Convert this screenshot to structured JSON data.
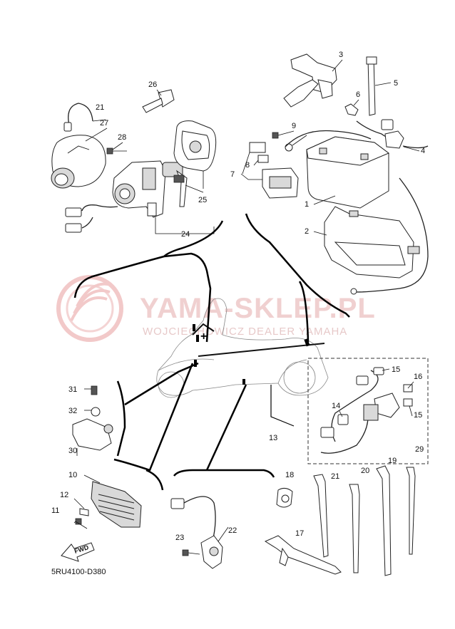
{
  "watermark": {
    "title": "YAMA-SKLEP.PL",
    "subtitle": "WOJCIECHOWICZ DEALER YAMAHA",
    "color": "#e8b3b3"
  },
  "diagram_code": "5RU4100-D380",
  "fwd_label": "FWD",
  "parts": {
    "p1": "1",
    "p2": "2",
    "p3": "3",
    "p4": "4",
    "p5": "5",
    "p6": "6",
    "p7": "7",
    "p8": "8",
    "p9": "9",
    "p10": "10",
    "p11": "11",
    "p12": "12",
    "p13": "13",
    "p14": "14",
    "p15a": "15",
    "p15b": "15",
    "p16": "16",
    "p17": "17",
    "p18": "18",
    "p19": "19",
    "p20": "20",
    "p21a": "21",
    "p21b": "21",
    "p22": "22",
    "p23": "23",
    "p24": "24",
    "p25": "25",
    "p26": "26",
    "p27": "27",
    "p28": "28",
    "p29": "29",
    "p30": "30",
    "p31": "31",
    "p32": "32"
  }
}
